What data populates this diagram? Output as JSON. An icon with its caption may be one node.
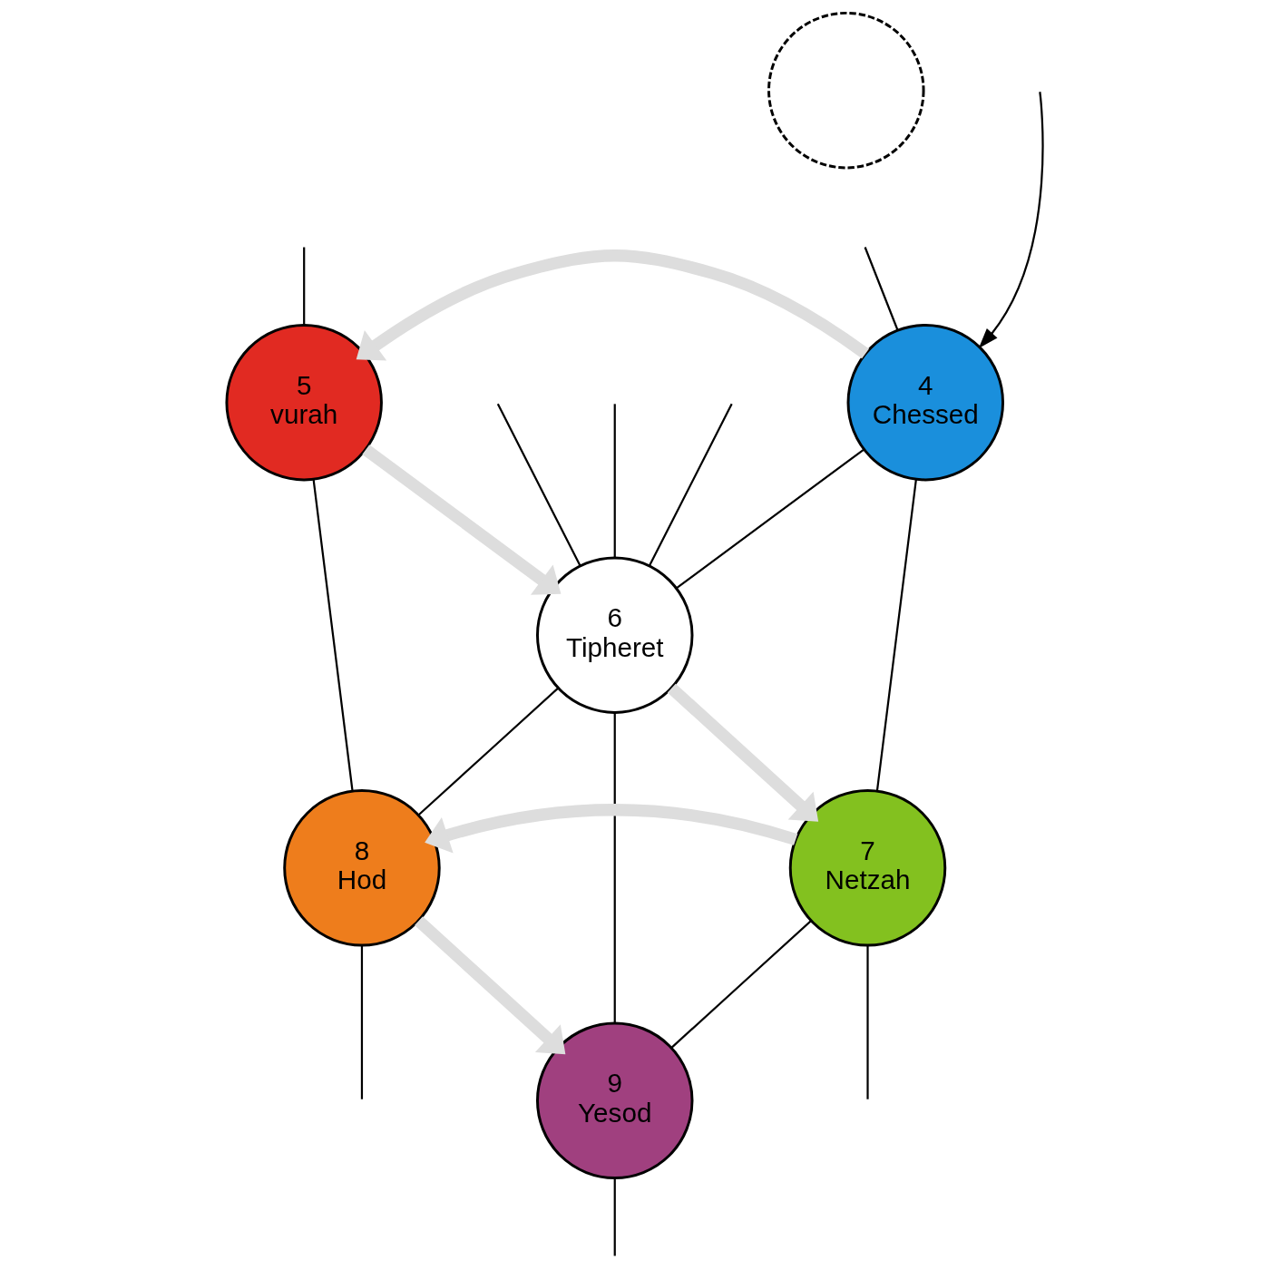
{
  "diagram": {
    "nodes": [
      {
        "text": [],
        "shape": "circle"
      },
      {
        "text": [
          "5",
          "vurah"
        ]
      },
      {
        "text": [
          "4",
          "Chessed"
        ]
      },
      {
        "text": [
          "6",
          "Tipheret"
        ]
      },
      {
        "text": [
          "8",
          "Hod"
        ]
      },
      {
        "text": [
          "7",
          "Netzah"
        ]
      },
      {
        "text": [
          "9",
          "Yesod"
        ]
      }
    ],
    "edges": [
      {
        "from": null,
        "to": 2,
        "arrow": "to"
      },
      {
        "from": 2,
        "to": 1,
        "arrow": "to",
        "style": "thick",
        "color": "#dddddd"
      },
      {
        "from": 1,
        "to": 3,
        "arrow": "to",
        "style": "thick",
        "color": "#dddddd"
      },
      {
        "from": 3,
        "to": 5,
        "arrow": "to",
        "style": "thick",
        "color": "#dddddd"
      },
      {
        "from": 5,
        "to": 4,
        "arrow": "to",
        "style": "thick",
        "color": "#dddddd"
      },
      {
        "from": 4,
        "to": 6,
        "arrow": "to",
        "style": "thick",
        "color": "#dddddd"
      },
      {
        "from": 2,
        "to": 3,
        "arrow": "none"
      },
      {
        "from": 1,
        "to": 4,
        "arrow": "none"
      },
      {
        "from": 2,
        "to": 5,
        "arrow": "none"
      },
      {
        "from": 3,
        "to": 4,
        "arrow": "none"
      },
      {
        "from": 3,
        "to": 6,
        "arrow": "none"
      },
      {
        "from": 5,
        "to": 6,
        "arrow": "none"
      },
      {
        "from": null,
        "to": 1,
        "arrow": "none"
      },
      {
        "from": null,
        "to": 2,
        "arrow": "none"
      },
      {
        "from": null,
        "to": 3,
        "arrow": "none"
      },
      {
        "from": null,
        "to": 3,
        "arrow": "none"
      },
      {
        "from": null,
        "to": 3,
        "arrow": "none"
      },
      {
        "from": 4,
        "to": null,
        "arrow": "none"
      },
      {
        "from": 6,
        "to": null,
        "arrow": "none"
      },
      {
        "from": 5,
        "to": null,
        "arrow": "none"
      }
    ]
  }
}
